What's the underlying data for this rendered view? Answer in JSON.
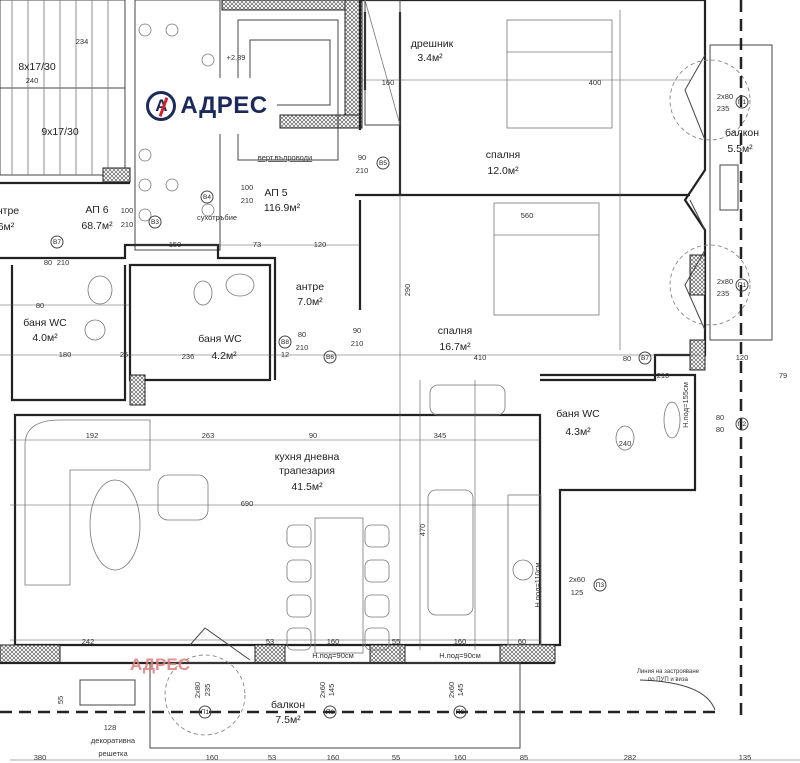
{
  "logo": {
    "text": "АДРЕС",
    "mark": "A"
  },
  "watermark": "АДРЕС",
  "rooms": {
    "closet": {
      "name": "дрешник",
      "area": "3.4м²"
    },
    "bedroom1": {
      "name": "спалня",
      "area": "12.0м²"
    },
    "balcony1": {
      "name": "балкон",
      "area": "5.5м²"
    },
    "bedroom2": {
      "name": "спалня",
      "area": "16.7м²"
    },
    "hall": {
      "name": "антре",
      "area": "7.0м²"
    },
    "bath1": {
      "name": "баня WC",
      "area": "4.2м²",
      "dim": "236"
    },
    "bath_left": {
      "name": "баня WC",
      "area": "4.0м²"
    },
    "hall_left": {
      "name": "нтре",
      "area": "6м²"
    },
    "living": {
      "name1": "кухня дневна",
      "name2": "трапезария",
      "area": "41.5м²"
    },
    "bath2": {
      "name": "баня WC",
      "area": "4.3м²"
    },
    "balcony2": {
      "name": "балкон",
      "area": "7.5м²"
    }
  },
  "apartments": [
    {
      "name": "АП 6",
      "area": "68.7м²"
    },
    {
      "name": "АП 5",
      "area": "116.9м²"
    }
  ],
  "stairs": [
    "8х17/30",
    "9х17/30"
  ],
  "notes": {
    "vert": "верт.вълроводи",
    "dry": "сухотръбие",
    "sill1": "Н.под=90см",
    "sill2": "Н.под=90см",
    "sill3": "Н.под=110см",
    "sill4": "Н.под=155см",
    "decor1": "декоративна",
    "decor2": "решетка",
    "line1": "Линия на застрояване",
    "line2": "по ПУП и виза",
    "level": "+2.89"
  },
  "doors": [
    {
      "id": "В4",
      "w": "100",
      "h": "210"
    },
    {
      "id": "В3",
      "w": "100",
      "h": "210"
    },
    {
      "id": "В7",
      "w": "80",
      "h": "210"
    },
    {
      "id": "В8",
      "w": "80",
      "h": "210"
    },
    {
      "id": "В6",
      "w": "90",
      "h": "210"
    },
    {
      "id": "В5",
      "w": "90",
      "h": "210"
    },
    {
      "id": "В7",
      "w": "80",
      "h": "210"
    }
  ],
  "windows": [
    {
      "id": "П1",
      "w": "2х80",
      "h": "235"
    },
    {
      "id": "П1",
      "w": "2х80",
      "h": "235"
    },
    {
      "id": "П2",
      "w": "80",
      "h": "80"
    },
    {
      "id": "П3",
      "w": "2х60",
      "h": "125"
    },
    {
      "id": "П6",
      "w": "2х60",
      "h": "145"
    },
    {
      "id": "П6",
      "w": "2х60",
      "h": "145"
    },
    {
      "id": "П1",
      "w": "2х80",
      "h": "235"
    }
  ],
  "dims": {
    "d1": "234",
    "d2": "240",
    "d3": "160",
    "d4": "400",
    "d5": "560",
    "d6": "410",
    "d7": "263",
    "d8": "90",
    "d9": "345",
    "d10": "690",
    "d11": "242",
    "d12": "160",
    "d13": "55",
    "d14": "160",
    "d15": "53",
    "d16": "60",
    "d17": "150",
    "d18": "73",
    "d19": "120",
    "d20": "180",
    "d21": "80",
    "d22": "240",
    "d23": "120",
    "d24": "79",
    "d25": "12",
    "d26": "25",
    "d27": "128",
    "d28": "192",
    "d29": "470",
    "d30": "290",
    "d31": "55",
    "d32": "380",
    "d33": "160",
    "d34": "53",
    "d35": "160",
    "d36": "55",
    "d37": "160",
    "d38": "85",
    "d39": "282",
    "d40": "135"
  }
}
